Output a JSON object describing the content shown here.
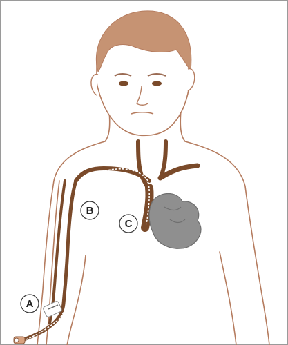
{
  "labels": {
    "a": "A",
    "b": "B",
    "c": "C"
  },
  "colors": {
    "skin": "#d8a27f",
    "outline": "#b57c5f",
    "hair": "#c69373",
    "vessel": "#7a4a2a",
    "heart": "#8f8f8f",
    "heart_dark": "#6f6f6f",
    "catheter": "#ffffff",
    "border": "#9a9a9a"
  }
}
